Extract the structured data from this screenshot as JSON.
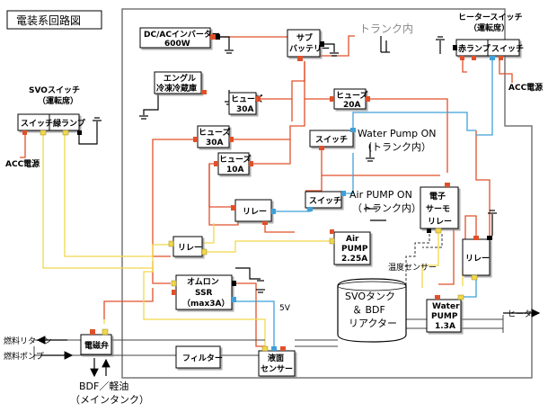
{
  "title": "電装系回路図",
  "trunk_label": "トランク内",
  "svo_switch": {
    "title1": "SVOスイッチ",
    "title2": "（運転席）",
    "switch": "スイッチ",
    "lamp": "緑ランプ",
    "acc": "ACC電源"
  },
  "heater_switch": {
    "title1": "ヒータースイッチ",
    "title2": "（運転席）",
    "lamp": "赤ランプ",
    "switch": "スイッチ",
    "acc": "ACC電源"
  },
  "inverter": {
    "line1": "DC/ACインバーター",
    "line2": "600W"
  },
  "sub_battery": {
    "line1": "サブ",
    "line2": "バッテリー"
  },
  "engel": {
    "line1": "エングル",
    "line2": "冷凍冷蔵庫"
  },
  "fuse1": {
    "line1": "ヒューズ",
    "line2": "30A"
  },
  "fuse2": {
    "line1": "ヒューズ",
    "line2": "20A"
  },
  "fuse3": {
    "line1": "ヒューズ",
    "line2": "30A"
  },
  "fuse4": {
    "line1": "ヒューズ",
    "line2": "10A"
  },
  "wp_switch": {
    "label": "スイッチ",
    "title1": "Water Pump ON",
    "title2": "（トランク内）"
  },
  "ap_switch": {
    "label": "スイッチ",
    "title1": "Air PUMP ON",
    "title2": "（トランク内）"
  },
  "thermo": {
    "line1": "電子",
    "line2": "サーモ",
    "line3": "リレー"
  },
  "relay_a": "リレー",
  "relay_b": "リレー",
  "relay_c": "リレー",
  "air_pump": {
    "line1": "Air",
    "line2": "PUMP",
    "line3": "2.25A"
  },
  "ssr": {
    "line1": "オムロン",
    "line2": "SSR",
    "line3": "（max3A）"
  },
  "volt_label": "5V",
  "temp_sensor": "温度センサー",
  "tank": {
    "line1": "SVOタンク",
    "line2": "＆ BDF",
    "line3": "リアクター"
  },
  "water_pump": {
    "line1": "Water",
    "line2": "PUMP",
    "line3": "1.3A"
  },
  "heater_out": "ヒーター",
  "fuel_return": "燃料リターン",
  "fuel_pump": "燃料ポンプ",
  "solenoid": "電磁弁",
  "filter": "フィルター",
  "level_sensor": {
    "line1": "液面",
    "line2": "センサー"
  },
  "main_tank": {
    "line1": "BDF／軽油",
    "line2": "（メインタンク）"
  }
}
